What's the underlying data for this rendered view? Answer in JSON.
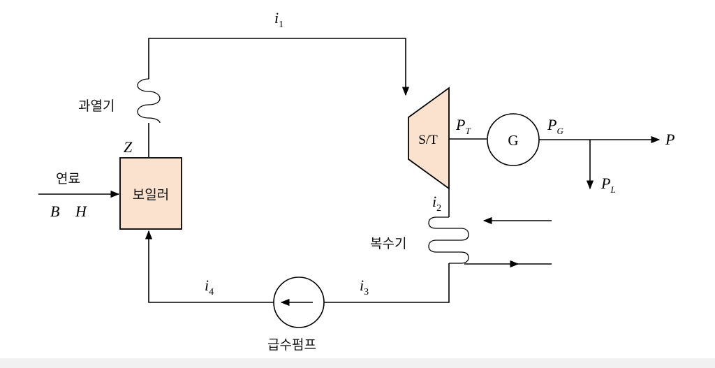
{
  "labels": {
    "boiler": "보일러",
    "superheater": "과열기",
    "fuel": "연료",
    "fuel_b": "B",
    "fuel_h": "H",
    "z": "Z",
    "turbine": "S/T",
    "generator": "G",
    "condenser": "복수기",
    "feed_pump": "급수펌프",
    "i1": "i",
    "i1_sub": "1",
    "i2": "i",
    "i2_sub": "2",
    "i3": "i",
    "i3_sub": "3",
    "i4": "i",
    "i4_sub": "4",
    "pt": "P",
    "pt_sub": "T",
    "pg": "P",
    "pg_sub": "G",
    "p": "P",
    "pl": "P",
    "pl_sub": "L"
  },
  "colors": {
    "component_fill": "#fbe2cf",
    "line": "#000000"
  }
}
